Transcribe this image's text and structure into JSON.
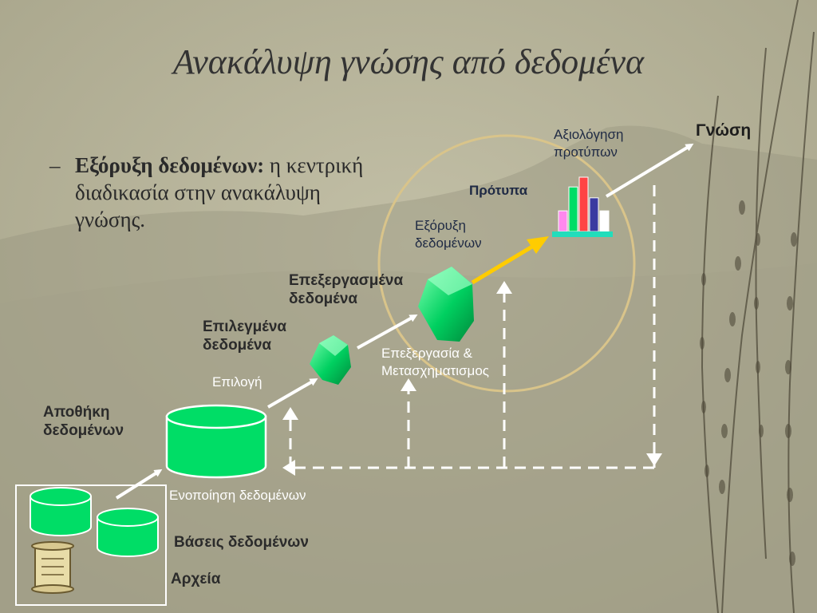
{
  "title": "Ανακάλυψη γνώσης από δεδομένα",
  "bullet": {
    "dash": "–",
    "bold": "Εξόρυξη δεδομένων:",
    "rest": " η κεντρική διαδικασία στην ανακάλυψη γνώσης."
  },
  "labels": {
    "knowledge": "Γνώση",
    "pattern_eval_1": "Αξιολόγηση",
    "pattern_eval_2": "προτύπων",
    "patterns": "Πρότυπα",
    "data_mining_1": "Εξόρυξη",
    "data_mining_2": "δεδομένων",
    "processed_1": "Επεξεργασμένα",
    "processed_2": "δεδομένα",
    "selected_1": "Επιλεγμένα",
    "selected_2": "δεδομένα",
    "processing_1": "Επεξεργασία &",
    "processing_2": "Μετασχηματισμος",
    "selection": "Επιλογή",
    "warehouse_1": "Αποθήκη",
    "warehouse_2": "δεδομένων",
    "integration": "Ενοποίηση δεδομένων",
    "databases": "Βάσεις δεδομένων",
    "files": "Αρχεία"
  },
  "colors": {
    "background": "#b7b49b",
    "green": "#00dd66",
    "arrow_white": "#ffffff",
    "arrow_yellow": "#ffcc00",
    "circle": "#d9c48a"
  },
  "bars": [
    {
      "color": "#ff88ee",
      "value": 0.38
    },
    {
      "color": "#00dd66",
      "value": 0.82
    },
    {
      "color": "#ff4444",
      "value": 1.0
    },
    {
      "color": "#3a3aa0",
      "value": 0.62
    },
    {
      "color": "#ffffff",
      "value": 0.38
    }
  ]
}
